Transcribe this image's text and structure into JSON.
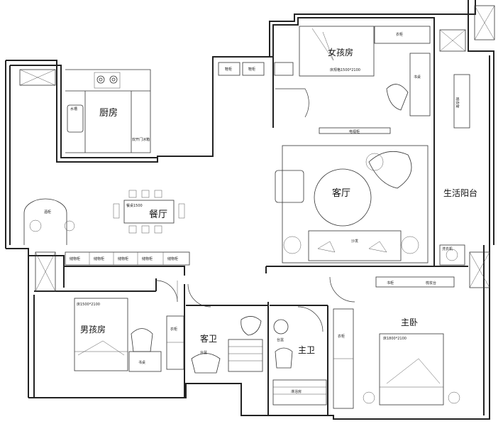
{
  "rooms": {
    "kitchen": "厨房",
    "dining": "餐厅",
    "living": "客厅",
    "girl_room": "女孩房",
    "boy_room": "男孩房",
    "master": "主卧",
    "guest_bath": "客卫",
    "master_bath": "主卫",
    "balcony": "生活阳台"
  },
  "small_labels": {
    "girl_bed": "床规格1500*2100",
    "boy_bed": "床1500*2100",
    "master_bed": "床1800*2100",
    "drying_rack": "晾衣架",
    "sofa": "沙发",
    "tv_cabinet": "电视柜",
    "double_door_fridge": "双开门冰箱",
    "dining_table": "餐桌1500",
    "bookshelf": "书柜",
    "desk": "书桌",
    "sink": "水槽",
    "shoe_cabinet": "鞋柜",
    "wine_cabinet": "酒柜",
    "storage": "储物柜",
    "laundry": "洗衣机",
    "shower": "淋浴房",
    "wardrobe": "衣柜",
    "dresser": "梳妆台",
    "washbasin": "台盆"
  }
}
